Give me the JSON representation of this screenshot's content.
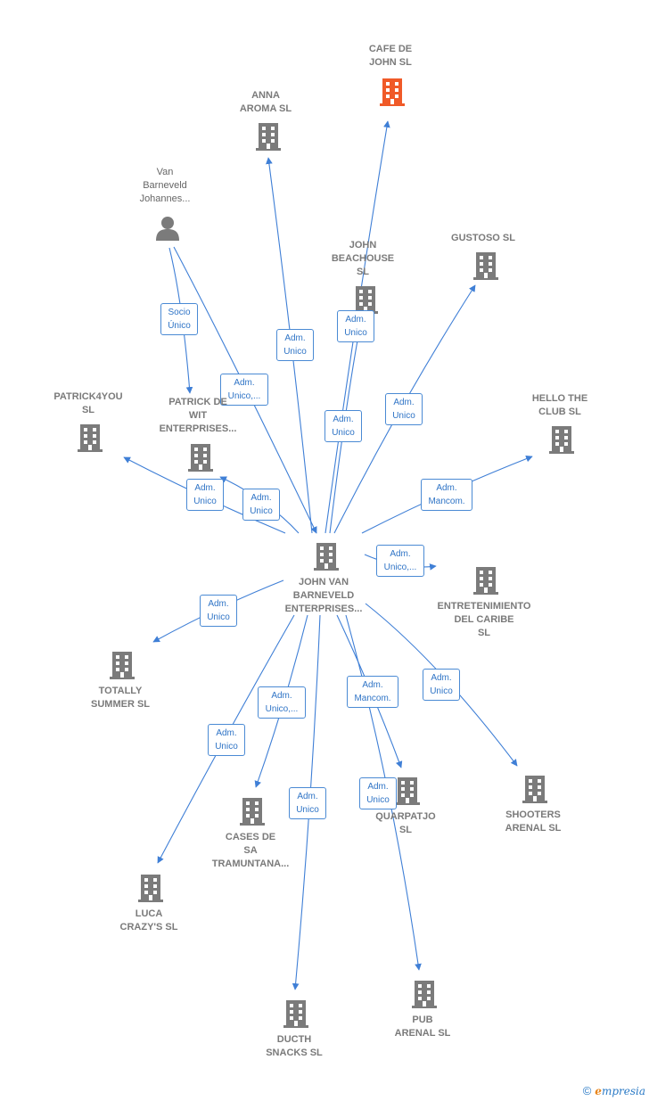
{
  "colors": {
    "edge": "#3f7fd6",
    "building": "#7b7b7b",
    "highlight": "#f05a28"
  },
  "nodes": {
    "cafe_de_john": {
      "label": "CAFE DE\nJOHN  SL",
      "icon": "building-icon"
    },
    "anna_aroma": {
      "label": "ANNA\nAROMA  SL",
      "icon": "building-icon"
    },
    "van_barneveld": {
      "label": "Van\nBarneveld\nJohannes...",
      "icon": "person-icon"
    },
    "john_beachouse": {
      "label": "JOHN\nBEACHOUSE\nSL",
      "icon": "building-icon"
    },
    "gustoso": {
      "label": "GUSTOSO  SL",
      "icon": "building-icon"
    },
    "patrick4you": {
      "label": "PATRICK4YOU\nSL",
      "icon": "building-icon"
    },
    "patrick_de_wit": {
      "label": "PATRICK DE\nWIT\nENTERPRISES...",
      "icon": "building-icon"
    },
    "hello_the_club": {
      "label": "HELLO THE\nCLUB  SL",
      "icon": "building-icon"
    },
    "john_van_barneveld": {
      "label": "JOHN VAN\nBARNEVELD\nENTERPRISES...",
      "icon": "building-icon"
    },
    "entretenimiento": {
      "label": "ENTRETENIMIENTO\nDEL CARIBE\nSL",
      "icon": "building-icon"
    },
    "totally_summer": {
      "label": "TOTALLY\nSUMMER  SL",
      "icon": "building-icon"
    },
    "quarpatjo": {
      "label": "QUARPATJO\nSL",
      "icon": "building-icon"
    },
    "shooters_arenal": {
      "label": "SHOOTERS\nARENAL  SL",
      "icon": "building-icon"
    },
    "cases_de_sa": {
      "label": "CASES DE\nSA\nTRAMUNTANA...",
      "icon": "building-icon"
    },
    "luca_crazys": {
      "label": "LUCA\nCRAZY'S  SL",
      "icon": "building-icon"
    },
    "ducth_snacks": {
      "label": "DUCTH\nSNACKS  SL",
      "icon": "building-icon"
    },
    "pub_arenal": {
      "label": "PUB\nARENAL  SL",
      "icon": "building-icon"
    }
  },
  "edges": [
    {
      "from": "van_barneveld",
      "to": "patrick_de_wit",
      "label": "Socio\nÚnico"
    },
    {
      "from": "van_barneveld",
      "to": "john_van_barneveld",
      "label": "Adm.\nUnico,..."
    },
    {
      "from": "john_van_barneveld",
      "to": "anna_aroma",
      "label": "Adm.\nUnico"
    },
    {
      "from": "john_van_barneveld",
      "to": "cafe_de_john",
      "label": "Adm.\nUnico"
    },
    {
      "from": "john_van_barneveld",
      "to": "john_beachouse",
      "label": "Adm.\nUnico"
    },
    {
      "from": "john_van_barneveld",
      "to": "gustoso",
      "label": "Adm.\nUnico"
    },
    {
      "from": "john_van_barneveld",
      "to": "patrick4you",
      "label": "Adm.\nUnico"
    },
    {
      "from": "john_van_barneveld",
      "to": "patrick_de_wit",
      "label": "Adm.\nUnico"
    },
    {
      "from": "john_van_barneveld",
      "to": "hello_the_club",
      "label": "Adm.\nMancom."
    },
    {
      "from": "john_van_barneveld",
      "to": "entretenimiento",
      "label": "Adm.\nUnico,..."
    },
    {
      "from": "john_van_barneveld",
      "to": "totally_summer",
      "label": "Adm.\nUnico"
    },
    {
      "from": "john_van_barneveld",
      "to": "luca_crazys",
      "label": "Adm.\nUnico"
    },
    {
      "from": "john_van_barneveld",
      "to": "cases_de_sa",
      "label": "Adm.\nUnico,..."
    },
    {
      "from": "john_van_barneveld",
      "to": "ducth_snacks",
      "label": "Adm.\nUnico"
    },
    {
      "from": "john_van_barneveld",
      "to": "quarpatjo",
      "label": "Adm.\nMancom."
    },
    {
      "from": "john_van_barneveld",
      "to": "pub_arenal",
      "label": "Adm.\nUnico"
    },
    {
      "from": "john_van_barneveld",
      "to": "shooters_arenal",
      "label": "Adm.\nUnico"
    }
  ],
  "footer": {
    "copyright": "©",
    "brand_initial": "e",
    "brand_rest": "mpresia"
  }
}
